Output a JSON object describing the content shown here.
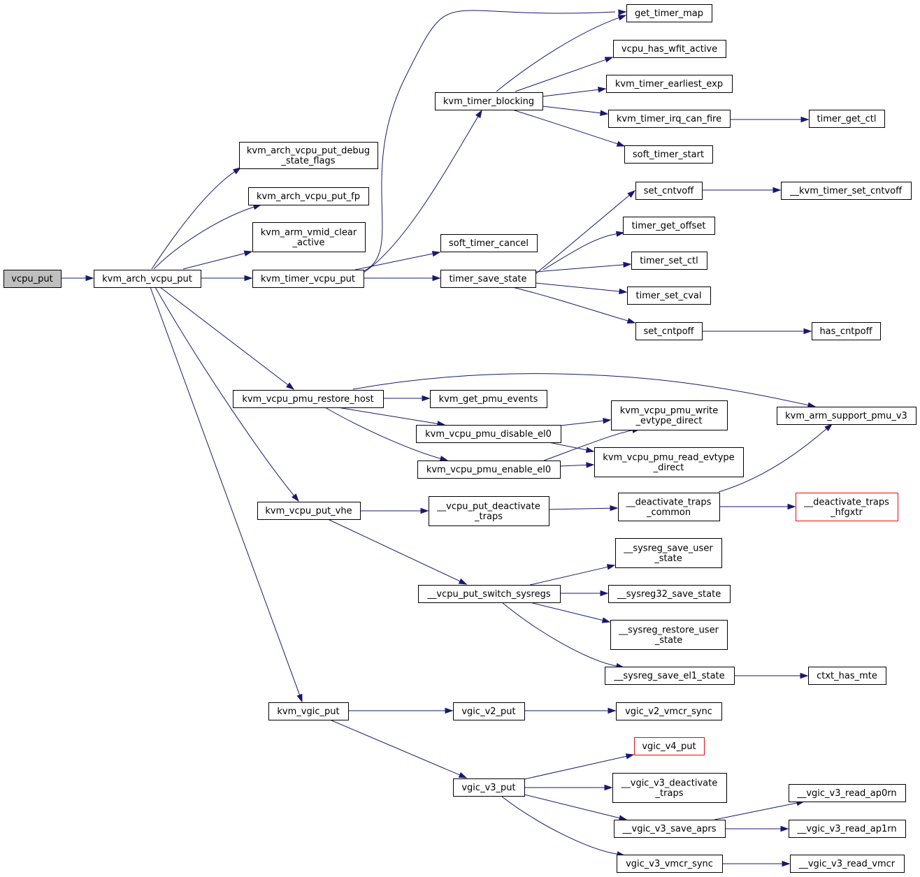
{
  "colors": {
    "edge": "#191970",
    "root_fill": "#bfbfbf",
    "truncated_border": "#ff0000"
  },
  "nodes": [
    {
      "id": "vcpu_put",
      "lines": [
        "vcpu_put"
      ],
      "root": true
    },
    {
      "id": "kvm_arch_vcpu_put",
      "lines": [
        "kvm_arch_vcpu_put"
      ]
    },
    {
      "id": "kvm_arch_vcpu_put_debug_state_flags",
      "lines": [
        "kvm_arch_vcpu_put_debug",
        "_state_flags"
      ]
    },
    {
      "id": "kvm_arch_vcpu_put_fp",
      "lines": [
        "kvm_arch_vcpu_put_fp"
      ]
    },
    {
      "id": "kvm_arm_vmid_clear_active",
      "lines": [
        "kvm_arm_vmid_clear",
        "_active"
      ]
    },
    {
      "id": "kvm_timer_vcpu_put",
      "lines": [
        "kvm_timer_vcpu_put"
      ]
    },
    {
      "id": "kvm_timer_blocking",
      "lines": [
        "kvm_timer_blocking"
      ]
    },
    {
      "id": "get_timer_map",
      "lines": [
        "get_timer_map"
      ]
    },
    {
      "id": "vcpu_has_wfit_active",
      "lines": [
        "vcpu_has_wfit_active"
      ]
    },
    {
      "id": "kvm_timer_earliest_exp",
      "lines": [
        "kvm_timer_earliest_exp"
      ]
    },
    {
      "id": "kvm_timer_irq_can_fire",
      "lines": [
        "kvm_timer_irq_can_fire"
      ]
    },
    {
      "id": "timer_get_ctl",
      "lines": [
        "timer_get_ctl"
      ]
    },
    {
      "id": "soft_timer_start",
      "lines": [
        "soft_timer_start"
      ]
    },
    {
      "id": "soft_timer_cancel",
      "lines": [
        "soft_timer_cancel"
      ]
    },
    {
      "id": "timer_save_state",
      "lines": [
        "timer_save_state"
      ]
    },
    {
      "id": "set_cntvoff",
      "lines": [
        "set_cntvoff"
      ]
    },
    {
      "id": "__kvm_timer_set_cntvoff",
      "lines": [
        "__kvm_timer_set_cntvoff"
      ]
    },
    {
      "id": "timer_get_offset",
      "lines": [
        "timer_get_offset"
      ]
    },
    {
      "id": "timer_set_ctl",
      "lines": [
        "timer_set_ctl"
      ]
    },
    {
      "id": "timer_set_cval",
      "lines": [
        "timer_set_cval"
      ]
    },
    {
      "id": "set_cntpoff",
      "lines": [
        "set_cntpoff"
      ]
    },
    {
      "id": "has_cntpoff",
      "lines": [
        "has_cntpoff"
      ]
    },
    {
      "id": "kvm_vcpu_pmu_restore_host",
      "lines": [
        "kvm_vcpu_pmu_restore_host"
      ]
    },
    {
      "id": "kvm_get_pmu_events",
      "lines": [
        "kvm_get_pmu_events"
      ]
    },
    {
      "id": "kvm_vcpu_pmu_disable_el0",
      "lines": [
        "kvm_vcpu_pmu_disable_el0"
      ]
    },
    {
      "id": "kvm_vcpu_pmu_enable_el0",
      "lines": [
        "kvm_vcpu_pmu_enable_el0"
      ]
    },
    {
      "id": "kvm_vcpu_pmu_write_evtype_direct",
      "lines": [
        "kvm_vcpu_pmu_write",
        "_evtype_direct"
      ]
    },
    {
      "id": "kvm_vcpu_pmu_read_evtype_direct",
      "lines": [
        "kvm_vcpu_pmu_read_evtype",
        "_direct"
      ]
    },
    {
      "id": "kvm_arm_support_pmu_v3",
      "lines": [
        "kvm_arm_support_pmu_v3"
      ]
    },
    {
      "id": "kvm_vcpu_put_vhe",
      "lines": [
        "kvm_vcpu_put_vhe"
      ]
    },
    {
      "id": "__vcpu_put_deactivate_traps",
      "lines": [
        "__vcpu_put_deactivate",
        "_traps"
      ]
    },
    {
      "id": "__deactivate_traps_common",
      "lines": [
        "__deactivate_traps",
        "_common"
      ]
    },
    {
      "id": "__deactivate_traps_hfgxtr",
      "lines": [
        "__deactivate_traps",
        "_hfgxtr"
      ],
      "truncated": true
    },
    {
      "id": "__vcpu_put_switch_sysregs",
      "lines": [
        "__vcpu_put_switch_sysregs"
      ]
    },
    {
      "id": "__sysreg_save_user_state",
      "lines": [
        "__sysreg_save_user",
        "_state"
      ]
    },
    {
      "id": "__sysreg32_save_state",
      "lines": [
        "__sysreg32_save_state"
      ]
    },
    {
      "id": "__sysreg_restore_user_state",
      "lines": [
        "__sysreg_restore_user",
        "_state"
      ]
    },
    {
      "id": "__sysreg_save_el1_state",
      "lines": [
        "__sysreg_save_el1_state"
      ]
    },
    {
      "id": "ctxt_has_mte",
      "lines": [
        "ctxt_has_mte"
      ]
    },
    {
      "id": "kvm_vgic_put",
      "lines": [
        "kvm_vgic_put"
      ]
    },
    {
      "id": "vgic_v2_put",
      "lines": [
        "vgic_v2_put"
      ]
    },
    {
      "id": "vgic_v2_vmcr_sync",
      "lines": [
        "vgic_v2_vmcr_sync"
      ]
    },
    {
      "id": "vgic_v3_put",
      "lines": [
        "vgic_v3_put"
      ]
    },
    {
      "id": "vgic_v4_put",
      "lines": [
        "vgic_v4_put"
      ],
      "truncated": true
    },
    {
      "id": "__vgic_v3_deactivate_traps",
      "lines": [
        "__vgic_v3_deactivate",
        "_traps"
      ]
    },
    {
      "id": "__vgic_v3_save_aprs",
      "lines": [
        "__vgic_v3_save_aprs"
      ]
    },
    {
      "id": "__vgic_v3_read_ap0rn",
      "lines": [
        "__vgic_v3_read_ap0rn"
      ]
    },
    {
      "id": "__vgic_v3_read_ap1rn",
      "lines": [
        "__vgic_v3_read_ap1rn"
      ]
    },
    {
      "id": "vgic_v3_vmcr_sync",
      "lines": [
        "vgic_v3_vmcr_sync"
      ]
    },
    {
      "id": "__vgic_v3_read_vmcr",
      "lines": [
        "__vgic_v3_read_vmcr"
      ]
    }
  ],
  "edges": [
    [
      "vcpu_put",
      "kvm_arch_vcpu_put"
    ],
    [
      "kvm_arch_vcpu_put",
      "kvm_arch_vcpu_put_debug_state_flags"
    ],
    [
      "kvm_arch_vcpu_put",
      "kvm_arch_vcpu_put_fp"
    ],
    [
      "kvm_arch_vcpu_put",
      "kvm_arm_vmid_clear_active"
    ],
    [
      "kvm_arch_vcpu_put",
      "kvm_timer_vcpu_put"
    ],
    [
      "kvm_arch_vcpu_put",
      "kvm_vcpu_pmu_restore_host"
    ],
    [
      "kvm_arch_vcpu_put",
      "kvm_vcpu_put_vhe"
    ],
    [
      "kvm_arch_vcpu_put",
      "kvm_vgic_put"
    ],
    [
      "kvm_timer_vcpu_put",
      "get_timer_map"
    ],
    [
      "kvm_timer_vcpu_put",
      "kvm_timer_blocking"
    ],
    [
      "kvm_timer_vcpu_put",
      "soft_timer_cancel"
    ],
    [
      "kvm_timer_vcpu_put",
      "timer_save_state"
    ],
    [
      "kvm_timer_blocking",
      "get_timer_map"
    ],
    [
      "kvm_timer_blocking",
      "vcpu_has_wfit_active"
    ],
    [
      "kvm_timer_blocking",
      "kvm_timer_earliest_exp"
    ],
    [
      "kvm_timer_blocking",
      "kvm_timer_irq_can_fire"
    ],
    [
      "kvm_timer_blocking",
      "soft_timer_start"
    ],
    [
      "kvm_timer_irq_can_fire",
      "timer_get_ctl"
    ],
    [
      "timer_save_state",
      "set_cntvoff"
    ],
    [
      "timer_save_state",
      "timer_get_offset"
    ],
    [
      "timer_save_state",
      "timer_set_ctl"
    ],
    [
      "timer_save_state",
      "timer_set_cval"
    ],
    [
      "timer_save_state",
      "set_cntpoff"
    ],
    [
      "set_cntvoff",
      "__kvm_timer_set_cntvoff"
    ],
    [
      "set_cntpoff",
      "has_cntpoff"
    ],
    [
      "kvm_vcpu_pmu_restore_host",
      "kvm_arm_support_pmu_v3"
    ],
    [
      "kvm_vcpu_pmu_restore_host",
      "kvm_get_pmu_events"
    ],
    [
      "kvm_vcpu_pmu_restore_host",
      "kvm_vcpu_pmu_disable_el0"
    ],
    [
      "kvm_vcpu_pmu_restore_host",
      "kvm_vcpu_pmu_enable_el0"
    ],
    [
      "kvm_vcpu_pmu_disable_el0",
      "kvm_vcpu_pmu_write_evtype_direct"
    ],
    [
      "kvm_vcpu_pmu_disable_el0",
      "kvm_vcpu_pmu_read_evtype_direct"
    ],
    [
      "kvm_vcpu_pmu_enable_el0",
      "kvm_vcpu_pmu_write_evtype_direct"
    ],
    [
      "kvm_vcpu_pmu_enable_el0",
      "kvm_vcpu_pmu_read_evtype_direct"
    ],
    [
      "kvm_vcpu_put_vhe",
      "__vcpu_put_deactivate_traps"
    ],
    [
      "kvm_vcpu_put_vhe",
      "__vcpu_put_switch_sysregs"
    ],
    [
      "__vcpu_put_deactivate_traps",
      "__deactivate_traps_common"
    ],
    [
      "__deactivate_traps_common",
      "kvm_arm_support_pmu_v3"
    ],
    [
      "__deactivate_traps_common",
      "__deactivate_traps_hfgxtr"
    ],
    [
      "__vcpu_put_switch_sysregs",
      "__sysreg_save_user_state"
    ],
    [
      "__vcpu_put_switch_sysregs",
      "__sysreg32_save_state"
    ],
    [
      "__vcpu_put_switch_sysregs",
      "__sysreg_restore_user_state"
    ],
    [
      "__vcpu_put_switch_sysregs",
      "__sysreg_save_el1_state"
    ],
    [
      "__sysreg_save_el1_state",
      "ctxt_has_mte"
    ],
    [
      "kvm_vgic_put",
      "vgic_v2_put"
    ],
    [
      "kvm_vgic_put",
      "vgic_v3_put"
    ],
    [
      "vgic_v2_put",
      "vgic_v2_vmcr_sync"
    ],
    [
      "vgic_v3_put",
      "vgic_v4_put"
    ],
    [
      "vgic_v3_put",
      "__vgic_v3_deactivate_traps"
    ],
    [
      "vgic_v3_put",
      "__vgic_v3_save_aprs"
    ],
    [
      "vgic_v3_put",
      "vgic_v3_vmcr_sync"
    ],
    [
      "__vgic_v3_save_aprs",
      "__vgic_v3_read_ap0rn"
    ],
    [
      "__vgic_v3_save_aprs",
      "__vgic_v3_read_ap1rn"
    ],
    [
      "vgic_v3_vmcr_sync",
      "__vgic_v3_read_vmcr"
    ]
  ]
}
